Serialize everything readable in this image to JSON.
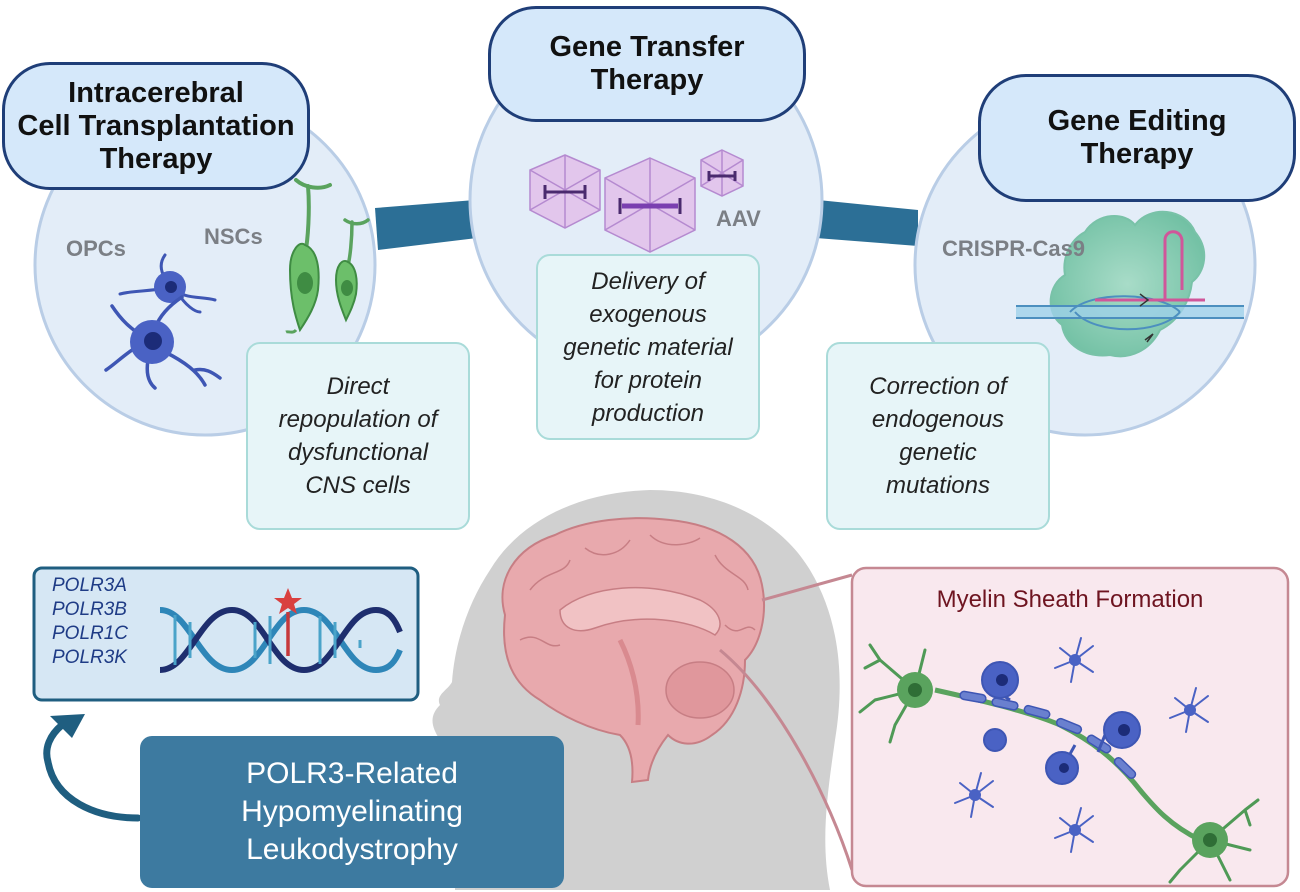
{
  "therapies": [
    {
      "title_lines": [
        "Intracerebral",
        "Cell Transplantation",
        "Therapy"
      ],
      "labels": [
        "OPCs",
        "NSCs"
      ],
      "description_lines": [
        "Direct",
        "repopulation of",
        "dysfunctional",
        "CNS cells"
      ]
    },
    {
      "title_lines": [
        "Gene Transfer",
        "Therapy"
      ],
      "labels": [
        "AAV"
      ],
      "description_lines": [
        "Delivery of",
        "exogenous",
        "genetic material",
        "for protein",
        "production"
      ]
    },
    {
      "title_lines": [
        "Gene Editing",
        "Therapy"
      ],
      "labels": [
        "CRISPR-Cas9"
      ],
      "description_lines": [
        "Correction of",
        "endogenous",
        "genetic",
        "mutations"
      ]
    }
  ],
  "genes": [
    "POLR3A",
    "POLR3B",
    "POLR1C",
    "POLR3K"
  ],
  "disease_lines": [
    "POLR3-Related",
    "Hypomyelinating",
    "Leukodystrophy"
  ],
  "myelin_title": "Myelin Sheath Formation",
  "colors": {
    "title_fill": "#d5e8fa",
    "title_border": "#1f3e78",
    "circle_fill": "#e3edf8",
    "description_fill": "#e7f5f8",
    "connector": "#2c6f96",
    "disease_fill": "#3d7aa0",
    "brain_fill": "#e8a9ad",
    "myelin_panel_fill": "#f9e8ee",
    "myelin_panel_border": "#c58892",
    "neuron_blue": "#3e56b4",
    "neuron_green": "#5aa35e"
  }
}
